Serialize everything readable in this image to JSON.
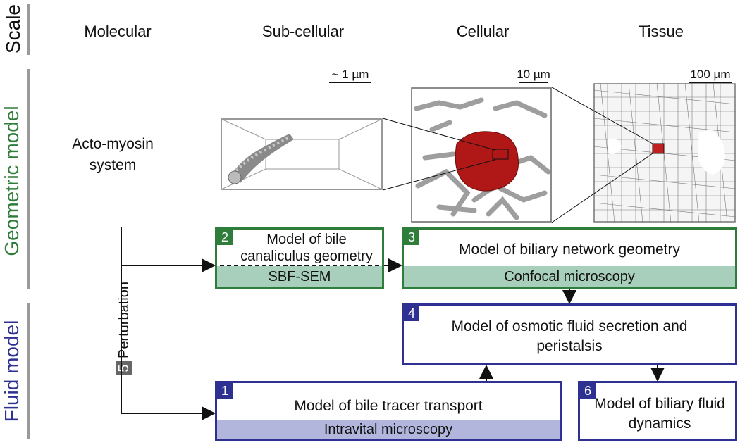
{
  "row_labels": {
    "scale": "Scale",
    "geometric": "Geometric model",
    "fluid": "Fluid  model"
  },
  "columns": [
    "Molecular",
    "Sub-cellular",
    "Cellular",
    "Tissue"
  ],
  "scale_bars": {
    "subcellular": "~ 1 µm",
    "cellular": "10 µm",
    "tissue": "100 µm"
  },
  "molecular_label": "Acto-myosin system",
  "perturbation": {
    "number": "5",
    "label": "Perturbation"
  },
  "boxes": {
    "b2": {
      "number": "2",
      "title": "Model of bile canaliculus geometry",
      "band": "SBF-SEM"
    },
    "b3": {
      "number": "3",
      "title": "Model of biliary network geometry",
      "band": "Confocal microscopy"
    },
    "b4": {
      "number": "4",
      "title": "Model of osmotic fluid secretion and peristalsis"
    },
    "b1": {
      "number": "1",
      "title": "Model of bile tracer transport",
      "band": "Intravital microscopy"
    },
    "b6": {
      "number": "6",
      "title": "Model of biliary fluid dynamics"
    }
  },
  "colors": {
    "green": "#2f7d3b",
    "blue": "#2e3192",
    "green_band": "#a8cfbc",
    "blue_band": "#b3b6dc"
  }
}
